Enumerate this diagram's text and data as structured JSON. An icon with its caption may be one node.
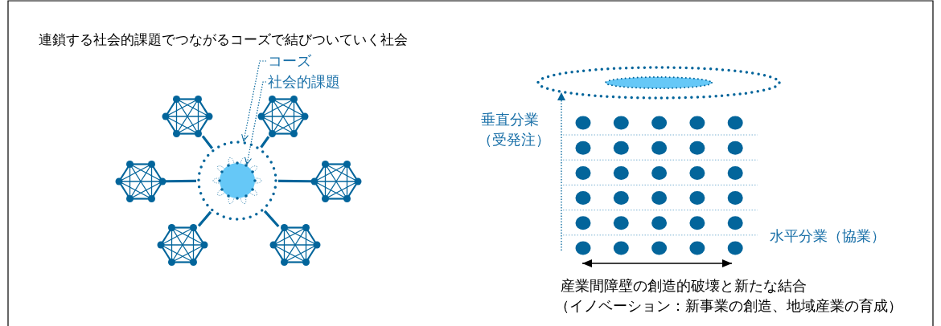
{
  "diagram": {
    "title": "連鎖する社会的課題でつながるコーズで結びついていく社会",
    "nodes": [
      {
        "text": [
          "コーズ"
        ]
      },
      {
        "text": [
          "社会的課題"
        ]
      },
      {
        "text": [],
        "shape": "circle"
      },
      {
        "text": [],
        "shape": "circle",
        "in": 2
      },
      {
        "text": [],
        "shape": "hexagon"
      },
      {
        "text": [],
        "shape": "hexagon"
      },
      {
        "text": [],
        "shape": "hexagon"
      },
      {
        "text": [],
        "shape": "hexagon"
      },
      {
        "text": [],
        "shape": "hexagon"
      },
      {
        "text": [],
        "shape": "hexagon"
      }
    ],
    "edges": [
      {
        "from": 0,
        "to": 2,
        "arrow": "to",
        "style": "dashed"
      },
      {
        "from": 1,
        "to": 3,
        "arrow": "to",
        "style": "dashed"
      },
      {
        "from": 4,
        "to": 2,
        "arrow": "none"
      },
      {
        "from": 5,
        "to": 2,
        "arrow": "none"
      },
      {
        "from": 6,
        "to": 2,
        "arrow": "none"
      },
      {
        "from": 7,
        "to": 2,
        "arrow": "none"
      },
      {
        "from": 8,
        "to": 2,
        "arrow": "none"
      },
      {
        "from": 9,
        "to": 2,
        "arrow": "none"
      }
    ],
    "labels": [
      "垂直分業",
      "（受発注）",
      "水平分業（協業）",
      "産業間障壁の創造的破壊と新たな結合",
      "（イノベーション：新事業の創造、地域産業の育成）"
    ]
  }
}
